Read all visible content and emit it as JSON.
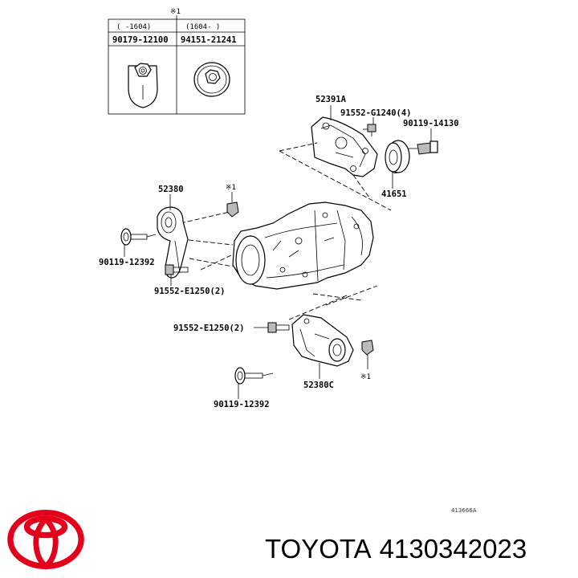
{
  "table": {
    "note_mark": "※1",
    "col1_header": "(   -1604)",
    "col2_header": "(1604-   )",
    "col1_part": "90179-12100",
    "col2_part": "94151-21241"
  },
  "labels": {
    "p52391A": "52391A",
    "p91552G1240": "91552-G1240(4)",
    "p90119_14130": "90119-14130",
    "p41651": "41651",
    "p52380": "52380",
    "note_a": "※1",
    "p90119_12392_a": "90119-12392",
    "p91552E1250_a": "91552-E1250(2)",
    "p91552E1250_b": "91552-E1250(2)",
    "p52380C": "52380C",
    "note_b": "※1",
    "p90119_12392_b": "90119-12392",
    "drawing_code": "413666A"
  },
  "caption": {
    "brand": "TOYOTA",
    "part_number": "4130342023"
  },
  "colors": {
    "logo_red": "#e3001b",
    "line": "#000000"
  },
  "icons": {
    "logo": "toyota-logo"
  }
}
